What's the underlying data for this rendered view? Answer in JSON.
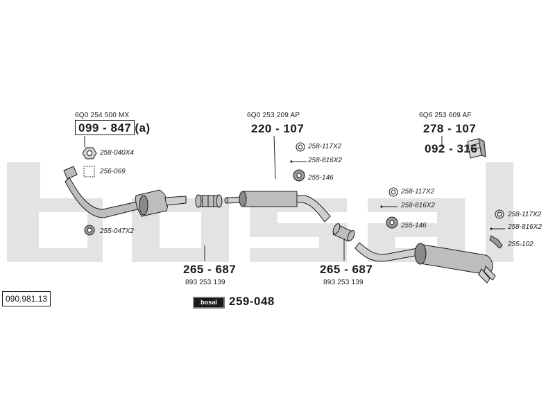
{
  "diagram": {
    "reference_number": "090.981.13",
    "brand_logo": "bosal",
    "colors": {
      "line": "#1a1a1a",
      "watermark": "#e3e3e3",
      "part_fill": "#bdbdbd"
    },
    "oe_numbers": {
      "front": "6Q0 254 500 MX",
      "middle": "6Q0 253 209 AP",
      "rear": "6Q6 253 609 AF"
    },
    "part_numbers": {
      "catalytic_converter": "099 - 847",
      "catalytic_converter_suffix": "(a)",
      "middle_silencer": "220 - 107",
      "rear_silencer": "278 - 107",
      "heat_shield": "092 - 316",
      "connector_left": "265 - 687",
      "connector_right": "265 - 687",
      "mounting_kit": "259-048"
    },
    "sub_numbers": {
      "connector_left": "893 253 139",
      "connector_right": "893 253 139"
    },
    "accessories": {
      "front_nut": "258-040X4",
      "front_gasket": "256-069",
      "front_ring": "255-047X2",
      "mid_clamp": "258-117X2",
      "mid_bolt": "258-816X2",
      "mid_hanger": "255-146",
      "rear_clamp": "258-117X2",
      "rear_bolt": "258-816X2",
      "rear_hanger": "255-146",
      "tail_clamp": "258-117X2",
      "tail_bolt": "258-816X2",
      "tail_hanger": "255-102"
    }
  }
}
